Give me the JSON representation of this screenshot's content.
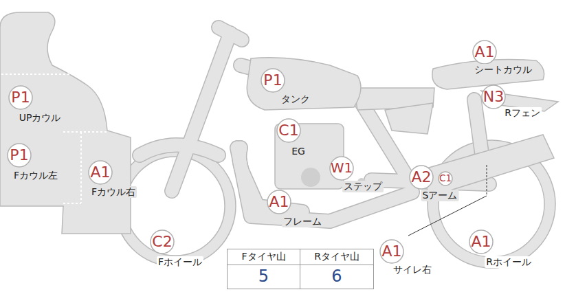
{
  "diagram": {
    "nodes": [
      {
        "text": [
          "A1",
          "シートカウル"
        ]
      },
      {
        "text": [
          "P1",
          "タンク"
        ]
      },
      {
        "text": [
          "N3",
          "Rフェン"
        ]
      },
      {
        "text": [
          "P1",
          "UPカウル"
        ]
      },
      {
        "text": [
          "C1",
          "EG"
        ]
      },
      {
        "text": [
          "P1",
          "Fカウル左"
        ]
      },
      {
        "text": [
          "A1",
          "Fカウル右"
        ]
      },
      {
        "text": [
          "W1",
          "ステップ"
        ]
      },
      {
        "text": [
          "A2",
          "Sアーム"
        ]
      },
      {
        "text": [
          "C1"
        ]
      },
      {
        "text": [
          "A1",
          "フレーム"
        ]
      },
      {
        "text": [
          "C2",
          "Fホイール"
        ]
      },
      {
        "text": [
          "A1",
          "サイレ右"
        ]
      },
      {
        "text": [
          "A1",
          "Rホイール"
        ]
      }
    ],
    "labels": [
      "Fタイヤ山",
      "Rタイヤ山",
      "5",
      "6"
    ]
  }
}
